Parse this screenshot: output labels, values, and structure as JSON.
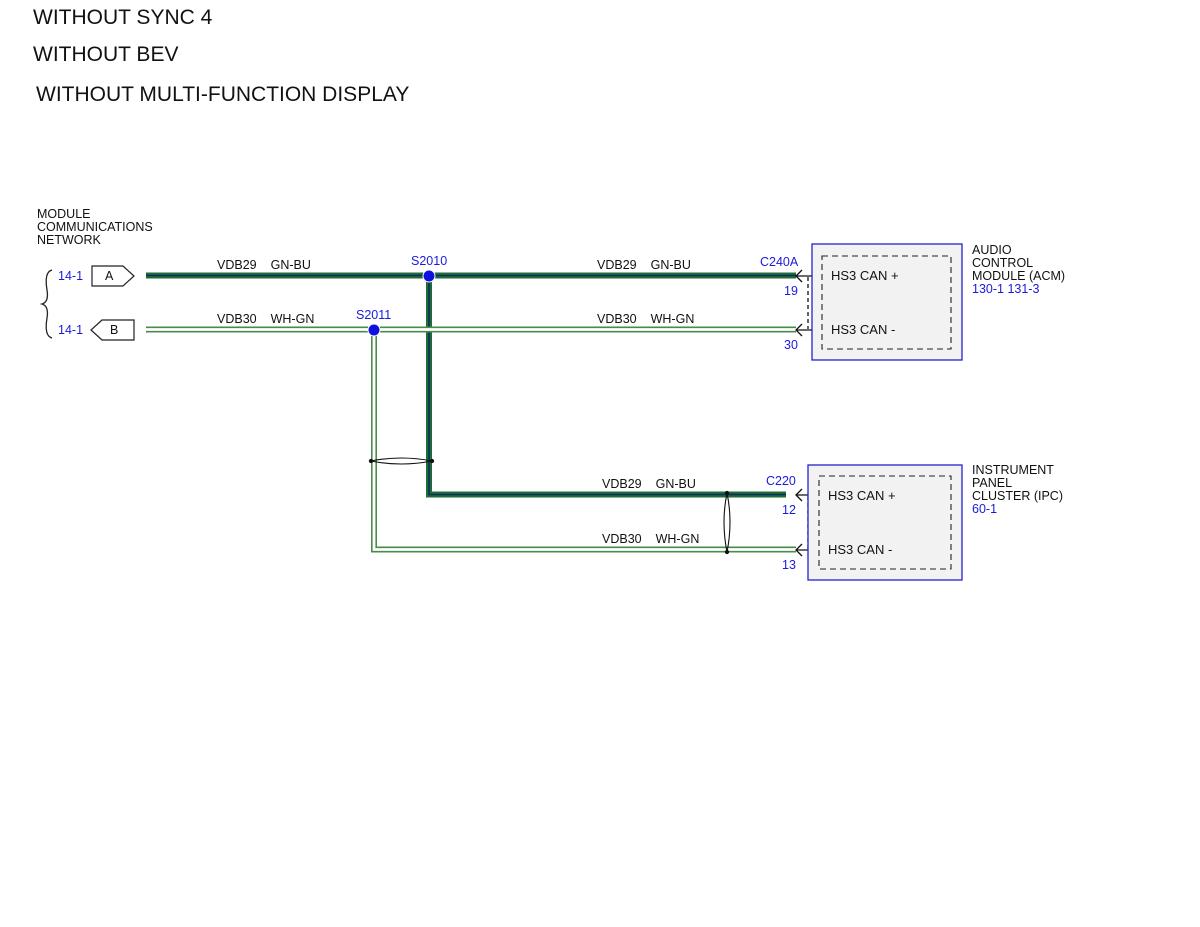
{
  "headings": [
    "WITHOUT SYNC 4",
    "WITHOUT BEV",
    "WITHOUT MULTI-FUNCTION DISPLAY"
  ],
  "network": {
    "label": [
      "MODULE",
      "COMMUNICATIONS",
      "NETWORK"
    ],
    "connectors": [
      {
        "ref": "14-1",
        "letter": "A"
      },
      {
        "ref": "14-1",
        "letter": "B"
      }
    ]
  },
  "wires": {
    "can_hi": {
      "circuit": "VDB29",
      "color_code": "GN-BU",
      "stroke": "#1f6b3a",
      "core": "#0a2f5c"
    },
    "can_lo": {
      "circuit": "VDB30",
      "color_code": "WH-GN",
      "stroke": "#4a8a4a",
      "core": "#ffffff"
    }
  },
  "splices": {
    "hi": "S2010",
    "lo": "S2011"
  },
  "modules": [
    {
      "name": [
        "AUDIO",
        "CONTROL",
        "MODULE (ACM)"
      ],
      "refs": "130-1 131-3",
      "connector": "C240A",
      "pins": [
        {
          "num": "19",
          "signal": "HS3 CAN +"
        },
        {
          "num": "30",
          "signal": "HS3 CAN -"
        }
      ]
    },
    {
      "name": [
        "INSTRUMENT",
        "PANEL",
        "CLUSTER (IPC)"
      ],
      "refs": "60-1",
      "connector": "C220",
      "pins": [
        {
          "num": "12",
          "signal": "HS3 CAN +"
        },
        {
          "num": "13",
          "signal": "HS3 CAN -"
        }
      ]
    }
  ],
  "colors": {
    "ref_blue": "#1a1adb",
    "splice": "#1010e0",
    "box_border": "#2222cc",
    "box_fill": "#f2f2f2"
  }
}
